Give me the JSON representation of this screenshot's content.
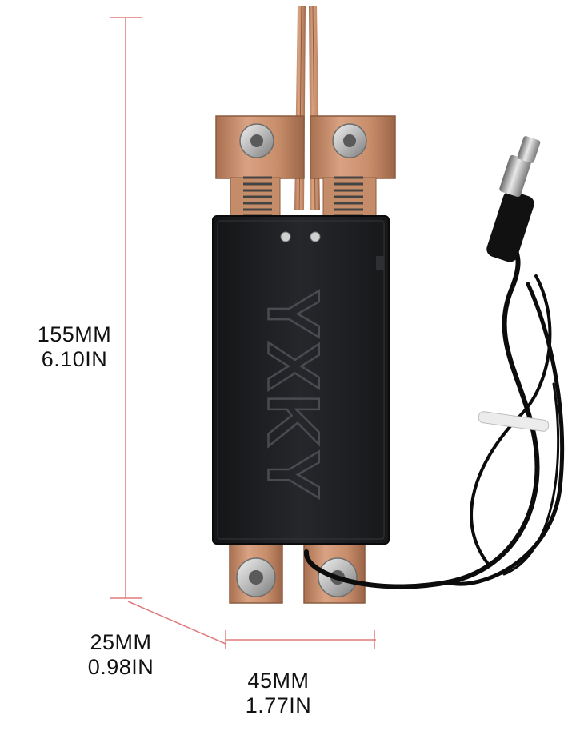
{
  "dimensions": {
    "height": {
      "mm": "155MM",
      "in": "6.10IN"
    },
    "depth": {
      "mm": "25MM",
      "in": "0.98IN"
    },
    "width": {
      "mm": "45MM",
      "in": "1.77IN"
    }
  },
  "product": {
    "embossed_text": "YXKY",
    "body_color": "#1e1f22",
    "copper_color": "#c88e6b",
    "cable_color": "#0c0c0c"
  },
  "colors": {
    "dimension_line": "#e07a7a",
    "text": "#111111",
    "background": "#ffffff"
  }
}
